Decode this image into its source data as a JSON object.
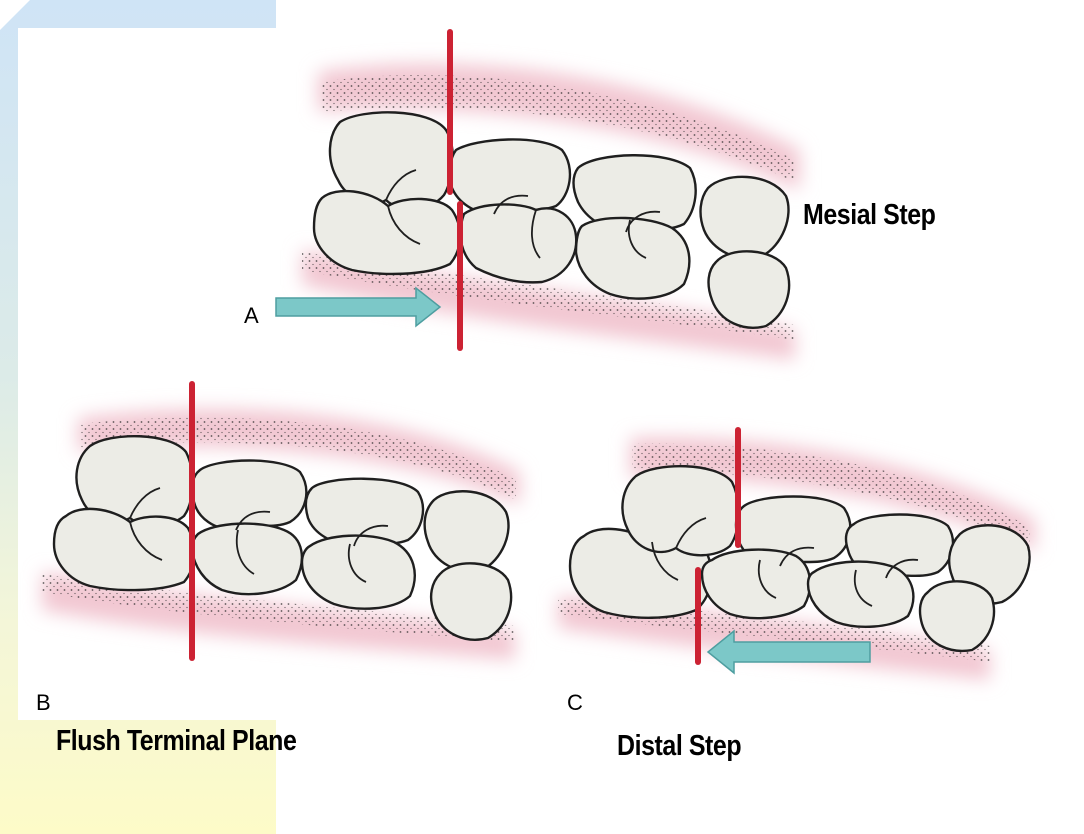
{
  "figure": {
    "panels": [
      {
        "letter": "A",
        "caption": "Mesial Step"
      },
      {
        "letter": "B",
        "caption": "Flush Terminal Plane"
      },
      {
        "letter": "C",
        "caption": "Distal Step"
      }
    ]
  },
  "colors": {
    "plane_line": "#cc2233",
    "arrow": "#7cc8c8",
    "gum": "#f2c7d2",
    "tooth_fill": "#ececE6",
    "tooth_outline": "#1f1f1f"
  }
}
